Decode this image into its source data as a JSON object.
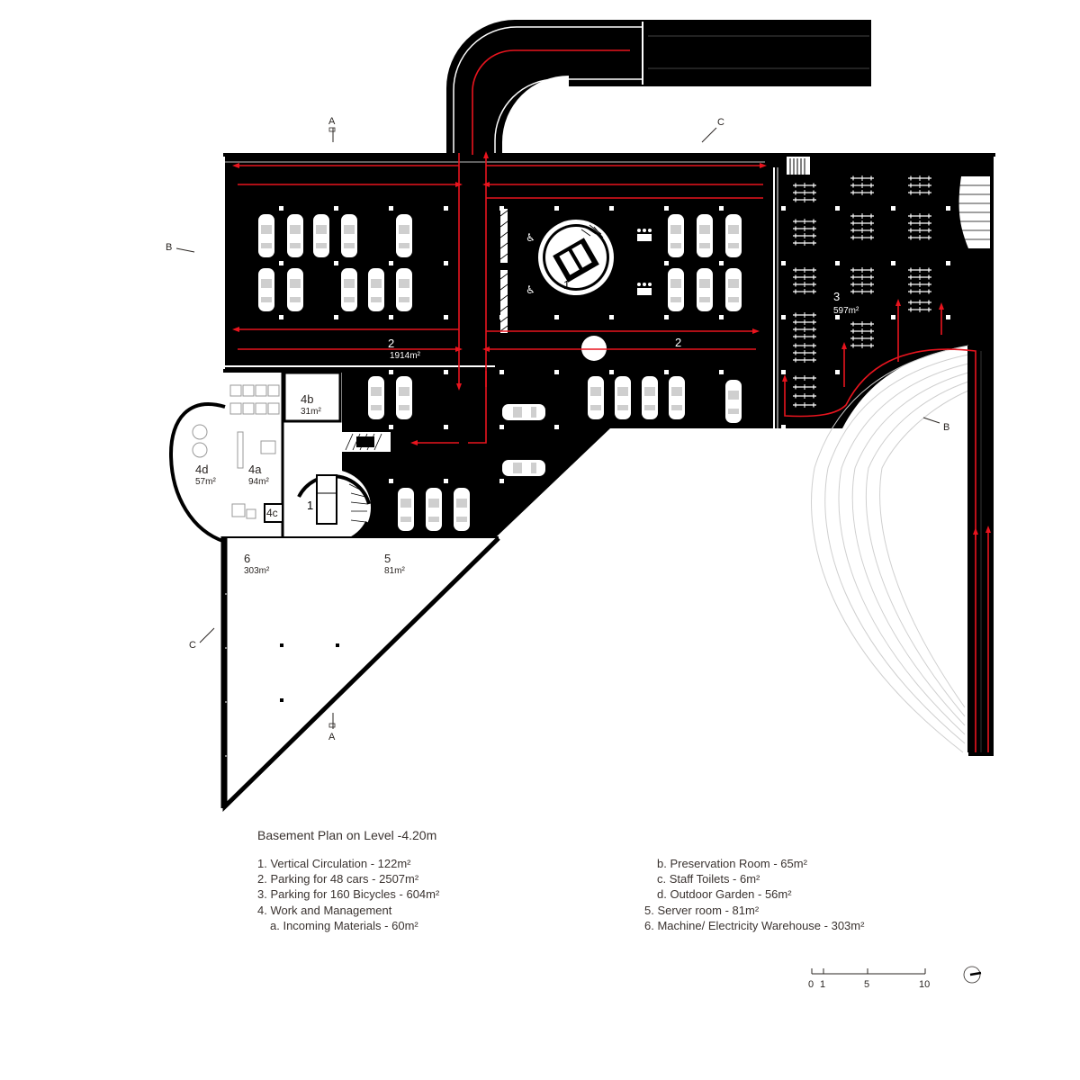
{
  "plan": {
    "title": "Basement Plan on Level -4.20m",
    "rooms": {
      "r1_main": "1",
      "r1_small": "1",
      "r2_left": "2",
      "r2_left_area": "1914m²",
      "r2_right": "2",
      "r3": "3",
      "r3_area": "597m²",
      "r4a": "4a",
      "r4a_area": "94m²",
      "r4b": "4b",
      "r4b_area": "31m²",
      "r4c": "4c",
      "r4d": "4d",
      "r4d_area": "57m²",
      "r5": "5",
      "r5_area": "81m²",
      "r6": "6",
      "r6_area": "303m²"
    },
    "sections": {
      "a_top": "A",
      "a_bottom": "A",
      "b_left": "B",
      "b_right": "B",
      "c_top": "C",
      "c_left": "C"
    }
  },
  "legend": {
    "left": [
      "1. Vertical Circulation - 122m²",
      "2. Parking for 48 cars - 2507m²",
      "3. Parking for 160 Bicycles - 604m²",
      "4. Work and Management",
      "a. Incoming Materials - 60m²"
    ],
    "right": [
      "b. Preservation Room - 65m²",
      "c. Staff Toilets - 6m²",
      "d. Outdoor Garden - 56m²",
      "5. Server room - 81m²",
      "6. Machine/ Electricity Warehouse - 303m²"
    ]
  },
  "scale": {
    "labels": [
      "0",
      "1",
      "5",
      "10"
    ]
  },
  "colors": {
    "floor": "#000000",
    "circulation_arrows": "#e8141e",
    "wall": "#000000",
    "background": "#ffffff"
  }
}
